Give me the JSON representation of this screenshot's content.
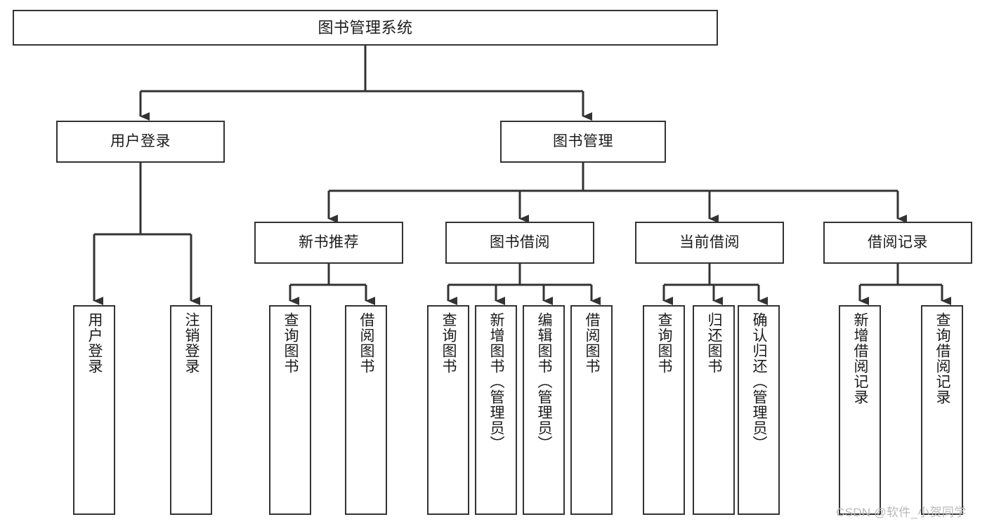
{
  "diagram": {
    "title": "图书管理系统",
    "type": "tree-hierarchy-chart",
    "stroke_color": "#333333",
    "fill_color": "#ffffff",
    "text_color": "#1b1b1b"
  },
  "nodes": {
    "root": {
      "label": "图书管理系统"
    },
    "level2": [
      {
        "id": "user-login",
        "label": "用户登录"
      },
      {
        "id": "book-manage",
        "label": "图书管理"
      }
    ],
    "level3": [
      {
        "id": "new-book-recommend",
        "label": "新书推荐"
      },
      {
        "id": "book-borrow",
        "label": "图书借阅"
      },
      {
        "id": "current-borrow",
        "label": "当前借阅"
      },
      {
        "id": "borrow-record",
        "label": "借阅记录"
      }
    ],
    "leaves": {
      "user_login": [
        {
          "id": "leaf-user-login",
          "label": "用户登录"
        },
        {
          "id": "leaf-logout-login",
          "label": "注销登录"
        }
      ],
      "new_book_recommend": [
        {
          "id": "leaf-query-book-1",
          "label": "查询图书"
        },
        {
          "id": "leaf-borrow-book-1",
          "label": "借阅图书"
        }
      ],
      "book_borrow": [
        {
          "id": "leaf-query-book-2",
          "label": "查询图书"
        },
        {
          "id": "leaf-add-book",
          "label": "新增图书（管理员）"
        },
        {
          "id": "leaf-edit-book",
          "label": "编辑图书（管理员）"
        },
        {
          "id": "leaf-borrow-book-2",
          "label": "借阅图书"
        }
      ],
      "current_borrow": [
        {
          "id": "leaf-query-book-3",
          "label": "查询图书"
        },
        {
          "id": "leaf-return-book",
          "label": "归还图书"
        },
        {
          "id": "leaf-confirm-return",
          "label": "确认归还（管理员）"
        }
      ],
      "borrow_record": [
        {
          "id": "leaf-add-record",
          "label": "新增借阅记录"
        },
        {
          "id": "leaf-query-record",
          "label": "查询借阅记录"
        }
      ]
    }
  },
  "watermark": {
    "text": "CSDN @软件_小贺同学"
  }
}
